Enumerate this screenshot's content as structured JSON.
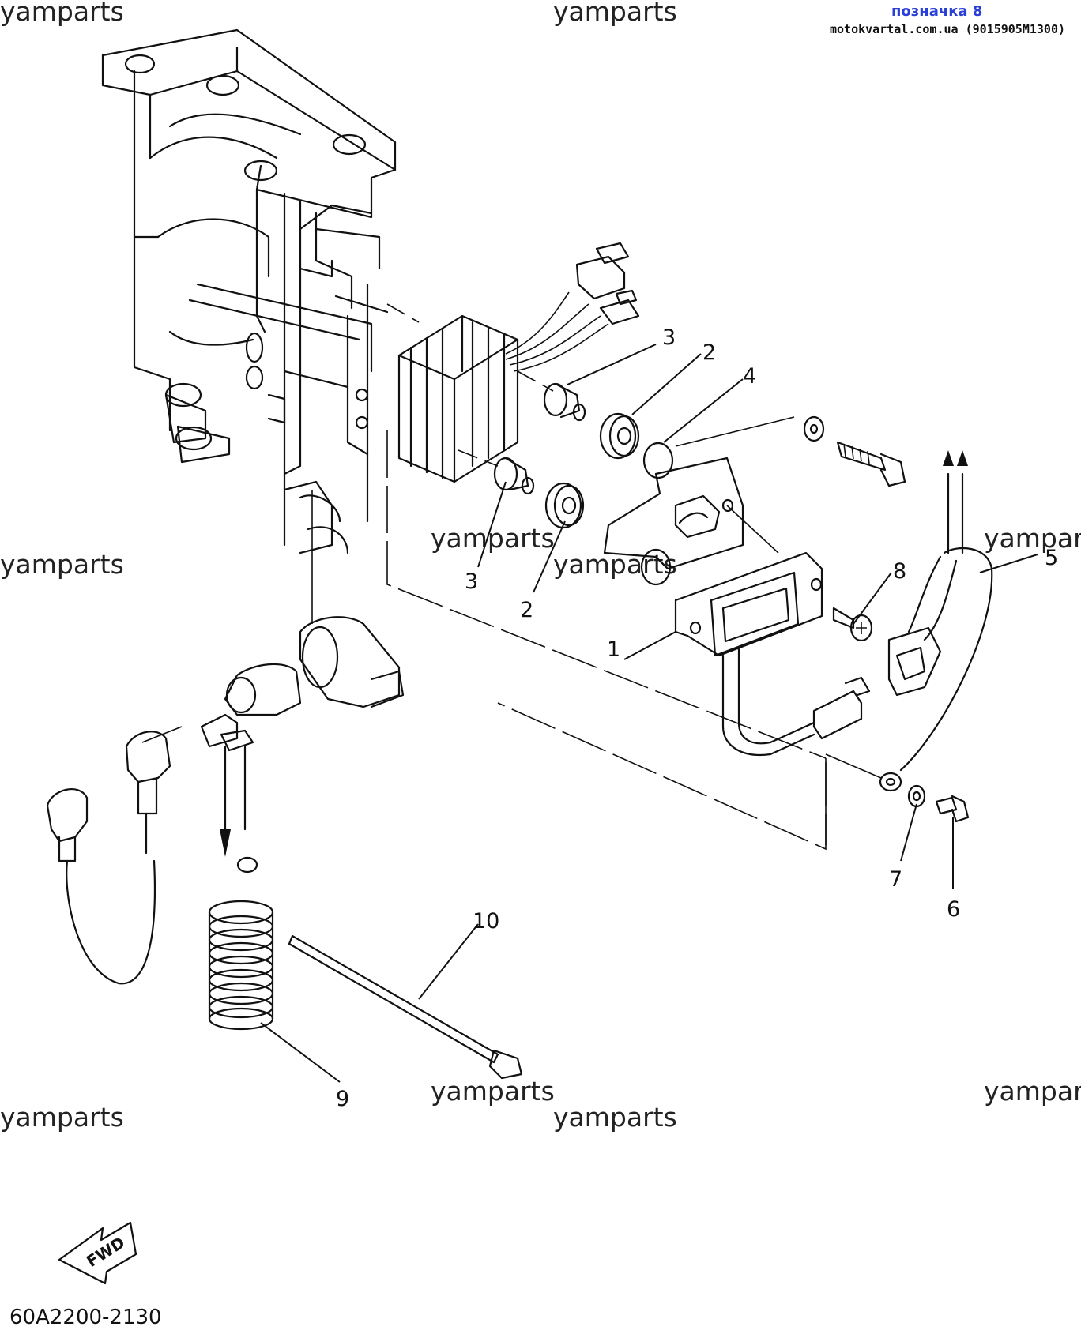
{
  "header": {
    "tag": "позначка 8",
    "site": "motokvartal.com.ua (9015905M1300)"
  },
  "watermark": "yamparts",
  "watermark_cut": "yampar",
  "callouts": [
    "1",
    "2",
    "2",
    "3",
    "3",
    "4",
    "5",
    "6",
    "7",
    "8",
    "9",
    "10"
  ],
  "fwd_label": "FWD",
  "diagram_code": "60A2200-2130"
}
